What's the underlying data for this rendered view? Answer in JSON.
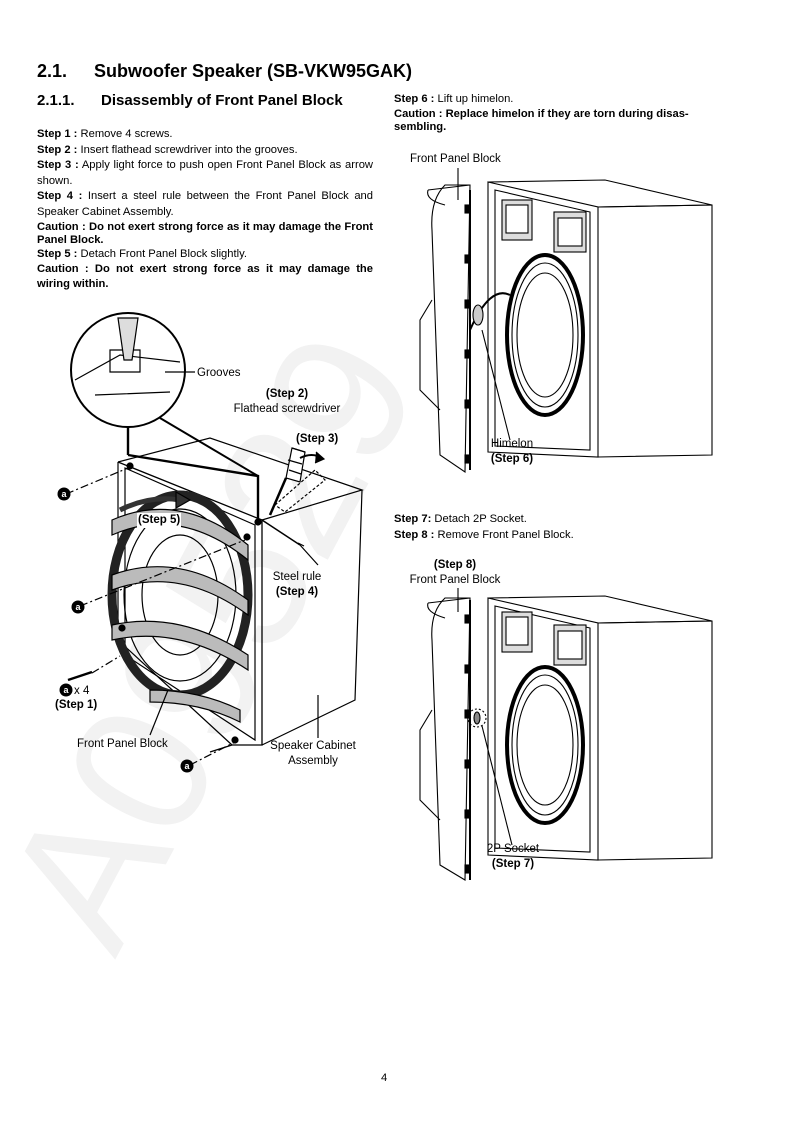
{
  "header": {
    "section_number": "2.1.",
    "section_title": "Subwoofer Speaker (SB-VKW95GAK)",
    "subsection_number": "2.1.1.",
    "subsection_title": "Disassembly of Front Panel Block"
  },
  "left_steps": [
    {
      "label": "Step 1 :",
      "text": "Remove 4 screws."
    },
    {
      "label": "Step 2 :",
      "text": "Insert flathead screwdriver into the grooves."
    },
    {
      "label": "Step 3 :",
      "text": "Apply light force to push open Front Panel Block as arrow shown."
    },
    {
      "label": "Step 4 :",
      "text": "Insert a steel rule between the Front Panel Block and Speaker Cabinet Assembly."
    },
    {
      "label": "Caution :",
      "text": "Do not exert strong force as it may damage the Front Panel Block.",
      "caution": true
    },
    {
      "label": "Step 5 :",
      "text": "Detach Front Panel Block slightly."
    },
    {
      "label": "Caution :",
      "text": "Do not exert strong force as it may damage the wiring within.",
      "caution": true
    }
  ],
  "right_top": {
    "step6_label": "Step 6 :",
    "step6_text": "Lift up himelon.",
    "caution_label": "Caution :",
    "caution_text": "Replace himelon if they are torn during disassembling.",
    "caution_line1": "Caution : Replace himelon if they are torn during disas-",
    "caution_line2": "sembling."
  },
  "right_mid": {
    "step7_label": "Step 7:",
    "step7_text": "Detach 2P Socket.",
    "step8_label": "Step 8 :",
    "step8_text": "Remove Front Panel Block."
  },
  "figure1_labels": {
    "grooves": "Grooves",
    "step2": "(Step 2)",
    "flathead": "Flathead screwdriver",
    "step3": "(Step 3)",
    "step5": "(Step 5)",
    "steel_rule": "Steel rule",
    "step4": "(Step 4)",
    "screw_marker": "a",
    "screw_count": "x 4",
    "step1": "(Step 1)",
    "front_panel_block": "Front Panel Block",
    "speaker_cabinet_line1": "Speaker Cabinet",
    "speaker_cabinet_line2": "Assembly"
  },
  "figure2_labels": {
    "front_panel_block": "Front Panel Block",
    "himelon": "Himelon",
    "step6": "(Step 6)"
  },
  "figure3_labels": {
    "step8": "(Step 8)",
    "front_panel_block": "Front Panel Block",
    "socket": "2P Socket",
    "step7": "(Step 7)"
  },
  "page_number": "4",
  "watermark_text": "A09529"
}
